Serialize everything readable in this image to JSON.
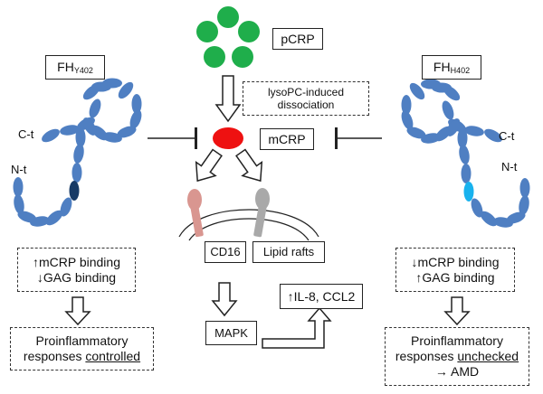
{
  "labels": {
    "pcrp": "pCRP",
    "dissociation_line1": "lysoPC-induced",
    "dissociation_line2": "dissociation",
    "mcrp": "mCRP",
    "fh_left_main": "FH",
    "fh_left_sub": "Y402",
    "fh_right_main": "FH",
    "fh_right_sub": "H402",
    "ct_left": "C-t",
    "nt_left": "N-t",
    "ct_right": "C-t",
    "nt_right": "N-t",
    "cd16": "CD16",
    "lipid_rafts": "Lipid rafts",
    "mapk": "MAPK",
    "il8_ccl2": "↑IL-8, CCL2",
    "left_binding_1": "↑mCRP binding",
    "left_binding_2": "↓GAG binding",
    "right_binding_1": "↓mCRP binding",
    "right_binding_2": "↑GAG binding",
    "left_outcome_1": "Proinflammatory",
    "left_outcome_2a": "responses ",
    "left_outcome_2b": "controlled",
    "right_outcome_1": "Proinflammatory",
    "right_outcome_2a": "responses ",
    "right_outcome_2b": "unchecked",
    "right_outcome_3": "→ AMD"
  },
  "colors": {
    "pcrp_subunit": "#1fae4b",
    "mcrp": "#ee1111",
    "sushi_domain": "#4f7fc2",
    "y402_domain": "#173a66",
    "h402_domain": "#18b2ee",
    "cd16_receptor": "#d99690",
    "lipid_raft_receptor": "#a9a9a9"
  }
}
